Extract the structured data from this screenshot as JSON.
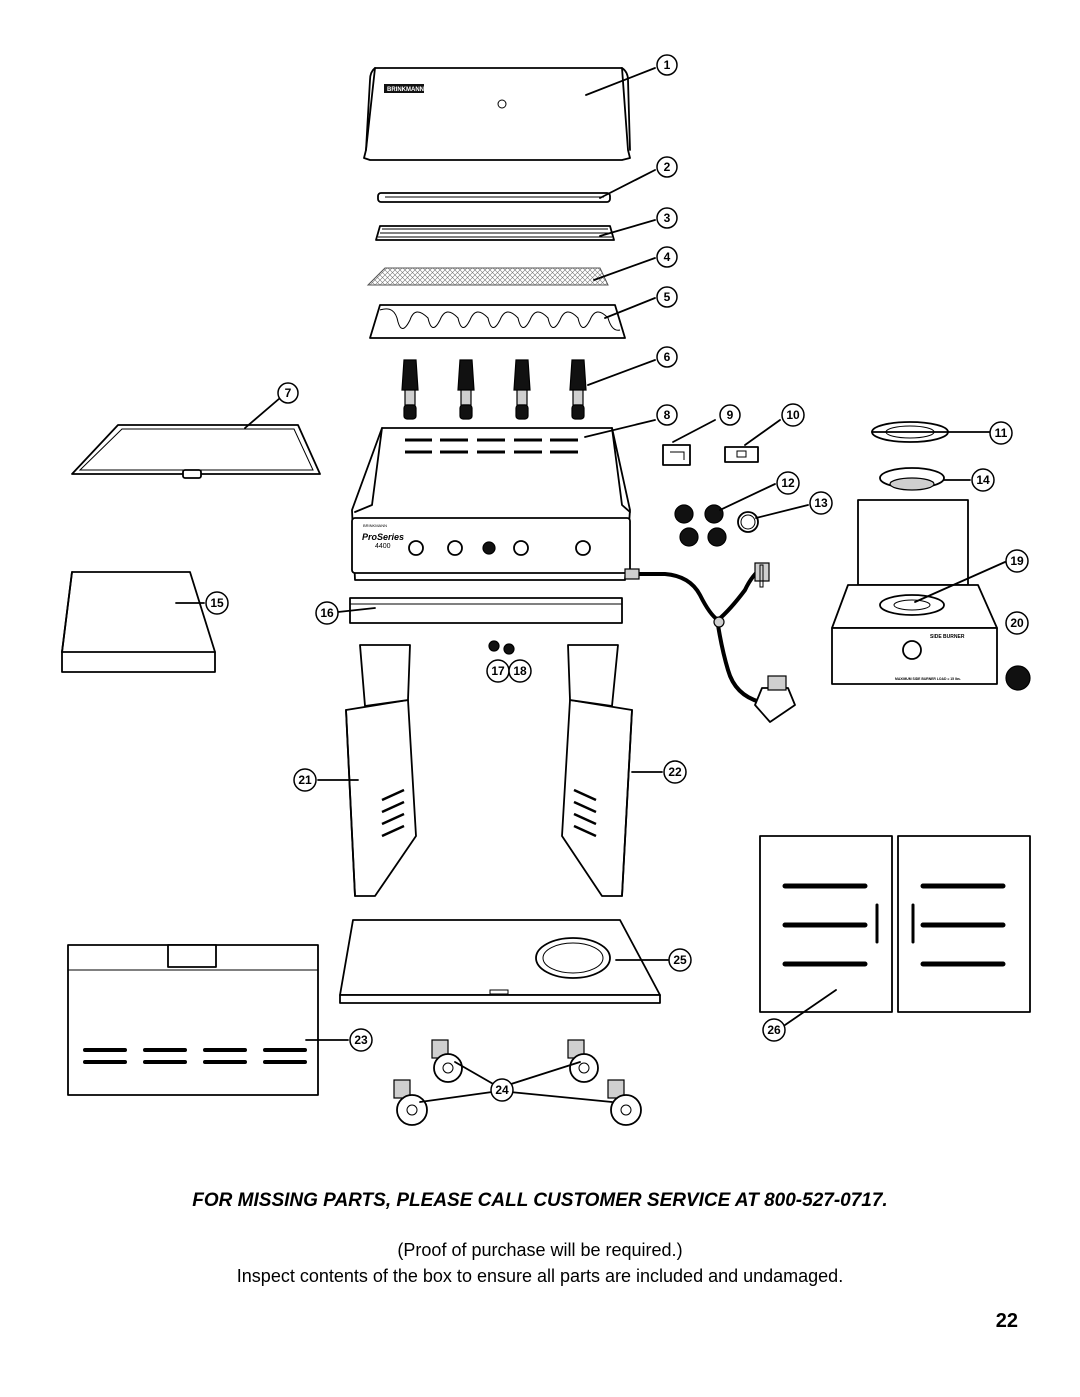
{
  "callouts": [
    "1",
    "2",
    "3",
    "4",
    "5",
    "6",
    "7",
    "8",
    "9",
    "10",
    "11",
    "12",
    "13",
    "14",
    "15",
    "16",
    "17",
    "18",
    "19",
    "20",
    "21",
    "22",
    "23",
    "24",
    "25",
    "26"
  ],
  "labels": {
    "lid_brand": "BRINKMANN",
    "panel_brand": "BRINKMANN",
    "panel_series": "ProSeries",
    "panel_model": "4400",
    "side_burner_title": "SIDE BURNER",
    "side_burner_max": "MAXIMUM SIDE BURNER LOAD = 15 lbs."
  },
  "footer": {
    "notice": "FOR MISSING PARTS, PLEASE CALL CUSTOMER SERVICE AT 800-527-0717.",
    "proof": "(Proof of purchase will be required.)",
    "inspect": "Inspect contents of the box to ensure all parts are included and undamaged.",
    "page_number": "22"
  }
}
